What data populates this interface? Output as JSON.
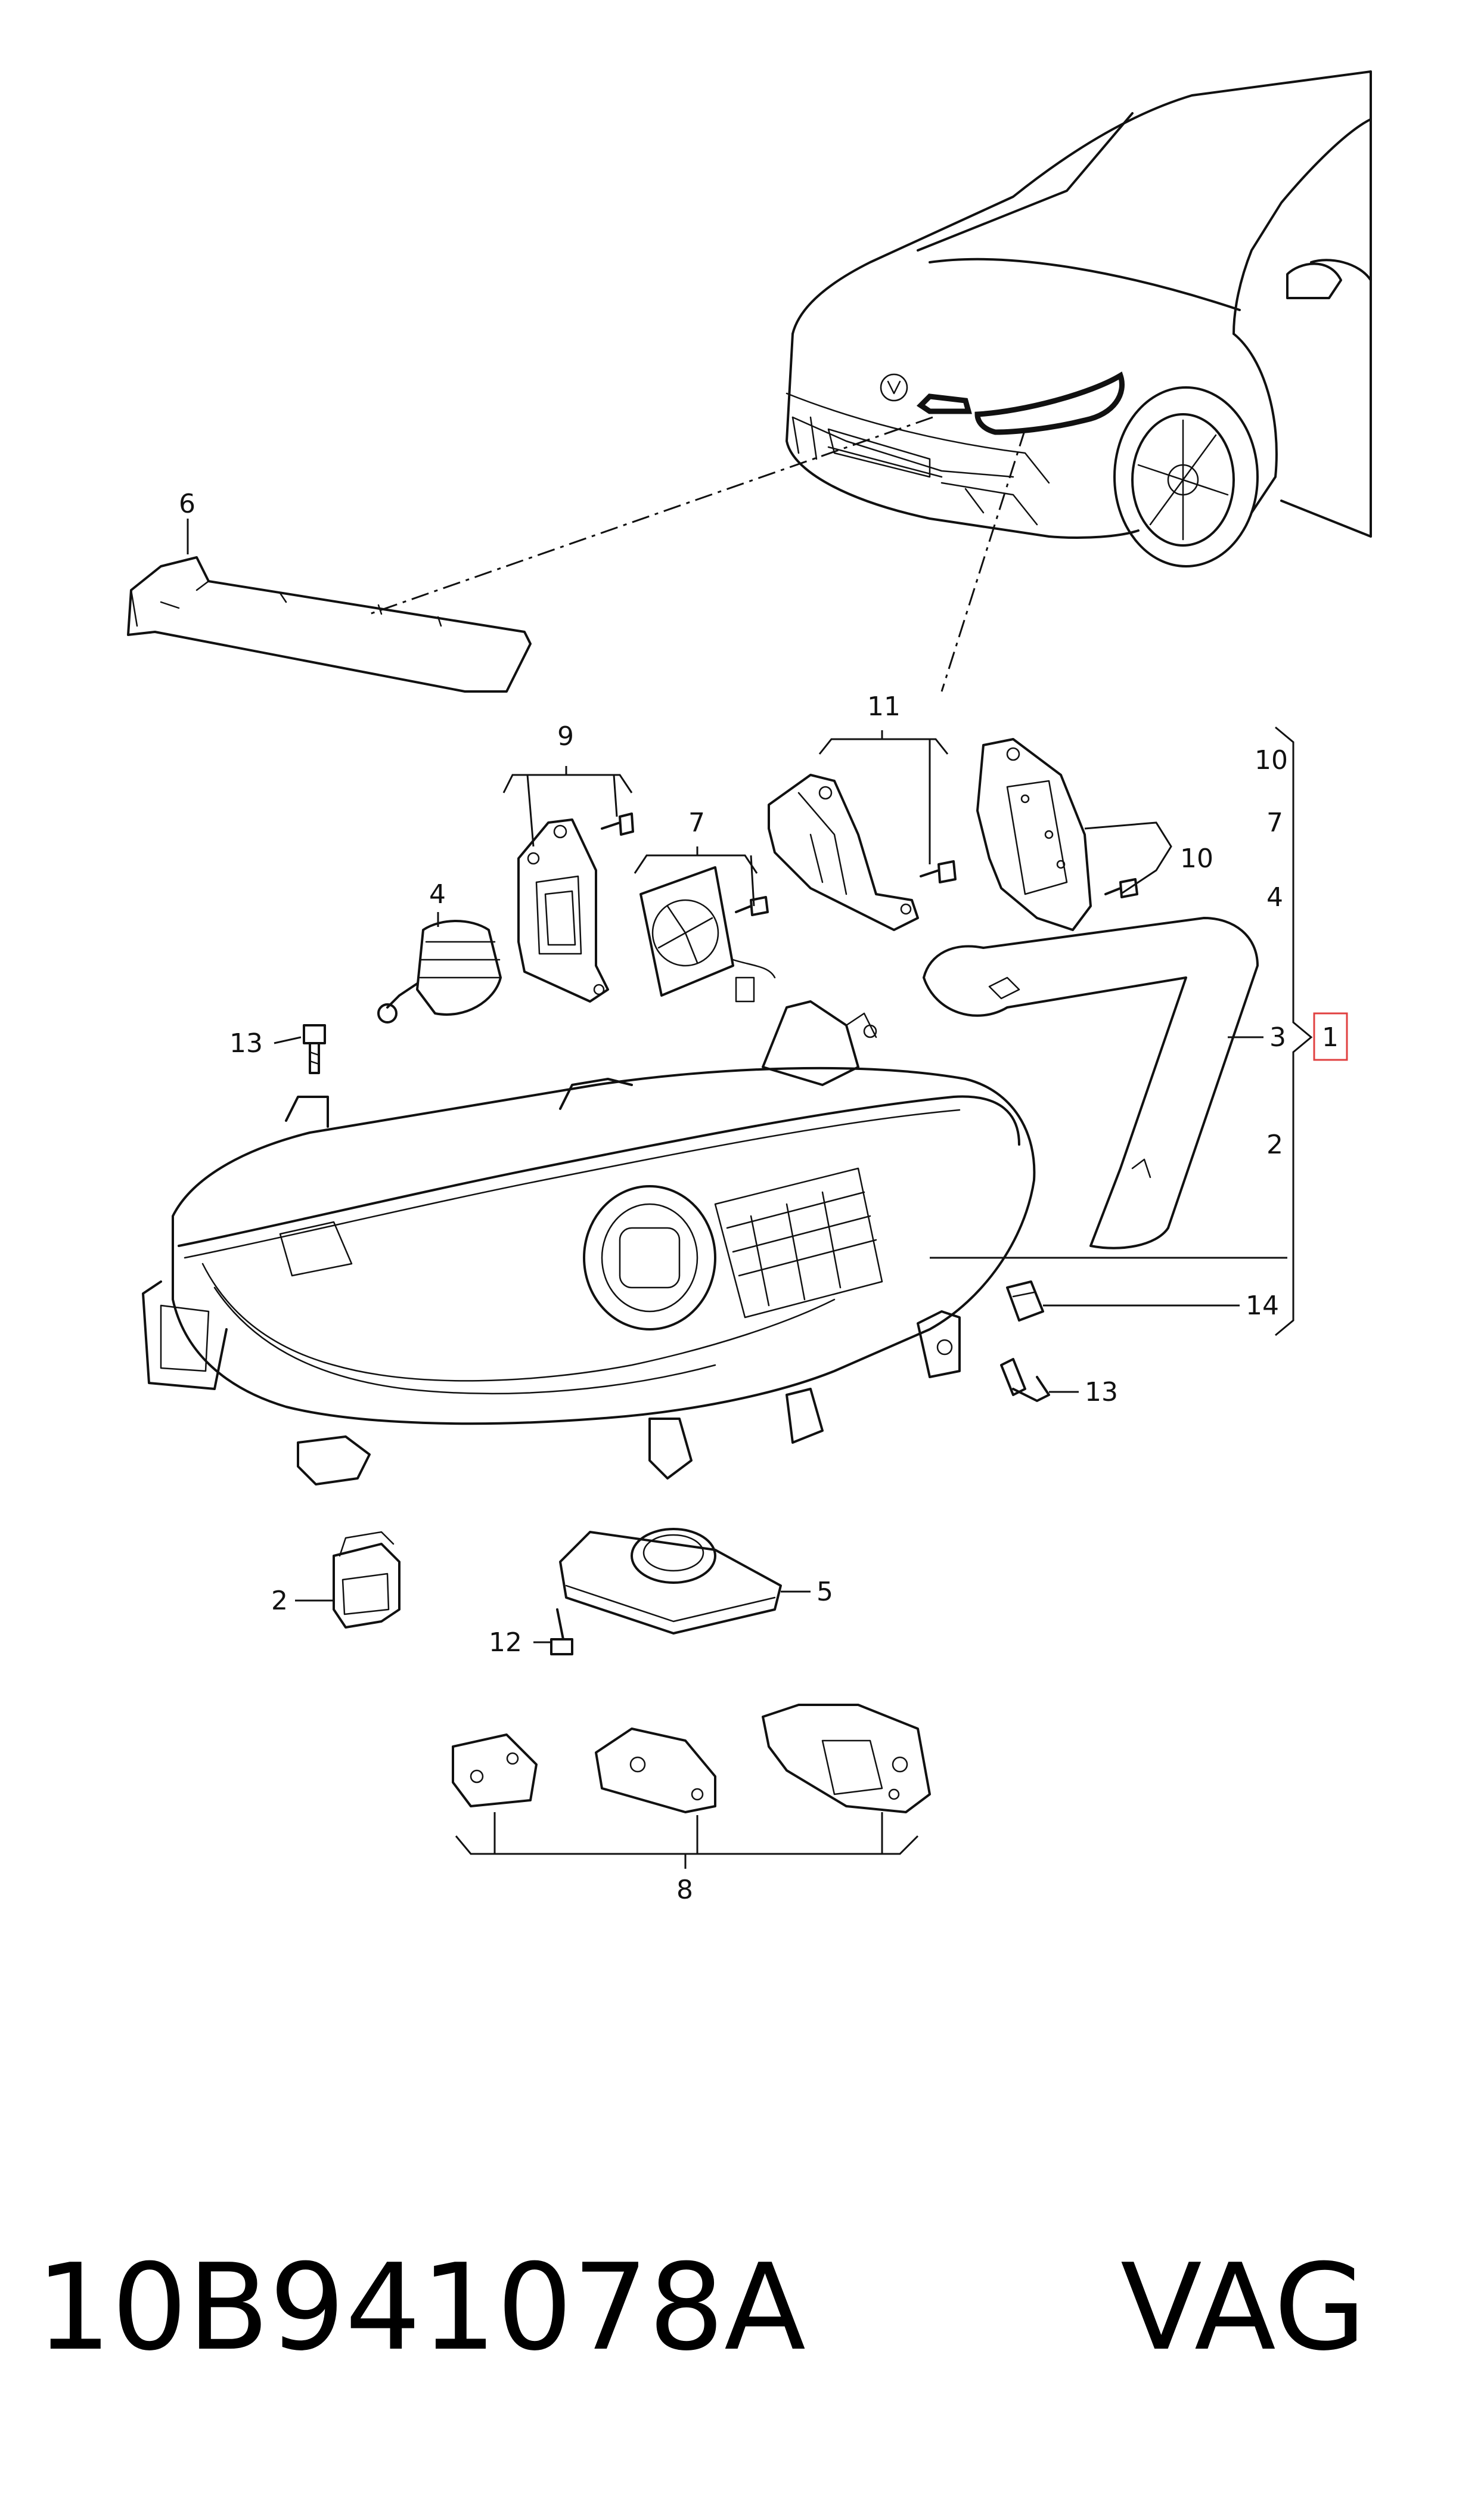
{
  "callouts": {
    "c6": "6",
    "c9": "9",
    "c7": "7",
    "c11": "11",
    "c4": "4",
    "c10_bracket": "10",
    "c13_top": "13",
    "c13_bottom": "13",
    "c14": "14",
    "c2_right": "2",
    "c3": "3",
    "c1": "1",
    "c2_left": "2",
    "c5": "5",
    "c12": "12",
    "c8": "8",
    "list_10": "10",
    "list_7": "7",
    "list_4": "4"
  },
  "footer": {
    "part_number": "10B941078A",
    "brand": "VAG"
  },
  "colors": {
    "line": "#111111",
    "highlight_box": "#e04040",
    "background": "#ffffff"
  }
}
